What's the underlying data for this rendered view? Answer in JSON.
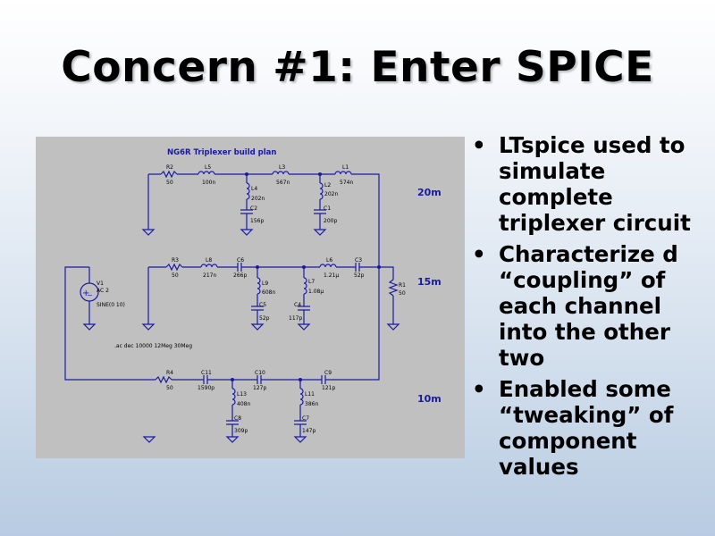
{
  "slide": {
    "title": "Concern #1: Enter SPICE",
    "bullets": [
      "LTspice used to simulate complete triplexer circuit",
      "Characterize d “coupling” of each channel into the other two",
      "Enabled some “tweaking” of component values"
    ]
  },
  "schematic": {
    "title": "NG6R Triplexer build plan",
    "bands": [
      "20m",
      "15m",
      "10m"
    ],
    "directive": ".ac dec 10000 12Meg 30Meg",
    "source": {
      "name": "V1",
      "ac": "AC 2",
      "sine": "SINE(0 10)"
    },
    "load": {
      "name": "R1",
      "value": "50"
    },
    "row20": {
      "R2": "R2",
      "R2v": "50",
      "L5": "L5",
      "L5v": "100n",
      "L3": "L3",
      "L3v": "567n",
      "L1": "L1",
      "L1v": "574n",
      "L4": "L4",
      "L4v": "202n",
      "C2": "C2",
      "C2v": "156p",
      "L2": "L2",
      "L2v": "202n",
      "C1": "C1",
      "C1v": "200p"
    },
    "row15": {
      "R3": "R3",
      "R3v": "50",
      "L8": "L8",
      "L8v": "217n",
      "C6": "C6",
      "C6v": "266p",
      "L6": "L6",
      "L6v": "1.21µ",
      "C3": "C3",
      "C3v": "52p",
      "L9": "L9",
      "L9v": "608n",
      "C5": "C5",
      "C5v": "52p",
      "L7": "L7",
      "L7v": "1.08µ",
      "C4": "C4",
      "C4v": "117p"
    },
    "row10": {
      "R4": "R4",
      "R4v": "50",
      "C11": "C11",
      "C11v": "1590p",
      "C10": "C10",
      "C10v": "127p",
      "C9": "C9",
      "C9v": "121p",
      "L13": "L13",
      "L13v": "408n",
      "C8": "C8",
      "C8v": "309p",
      "L11": "L11",
      "L11v": "386n",
      "C7": "C7",
      "C7v": "147p"
    },
    "colors": {
      "wire": "#1a1aa0",
      "background": "#c0c0c0",
      "text": "#000000"
    }
  }
}
